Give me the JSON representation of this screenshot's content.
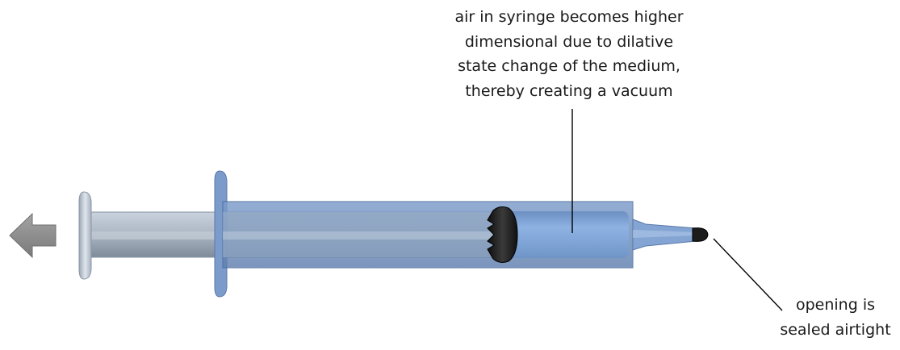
{
  "annotations": {
    "vacuum_note": [
      "air in syringe becomes higher",
      "dimensional due to dilative",
      "state change of the medium,",
      "thereby creating a vacuum"
    ],
    "seal_note": [
      "opening is",
      "sealed airtight"
    ]
  },
  "icons": {
    "pull_direction": "arrow-left-icon"
  },
  "colors": {
    "barrel": "#6f93c3",
    "air_chamber": "#7fa6da",
    "plunger": "#a9b7c8",
    "stopper": "#1d1d1d",
    "arrow": "#8c8c8c"
  }
}
